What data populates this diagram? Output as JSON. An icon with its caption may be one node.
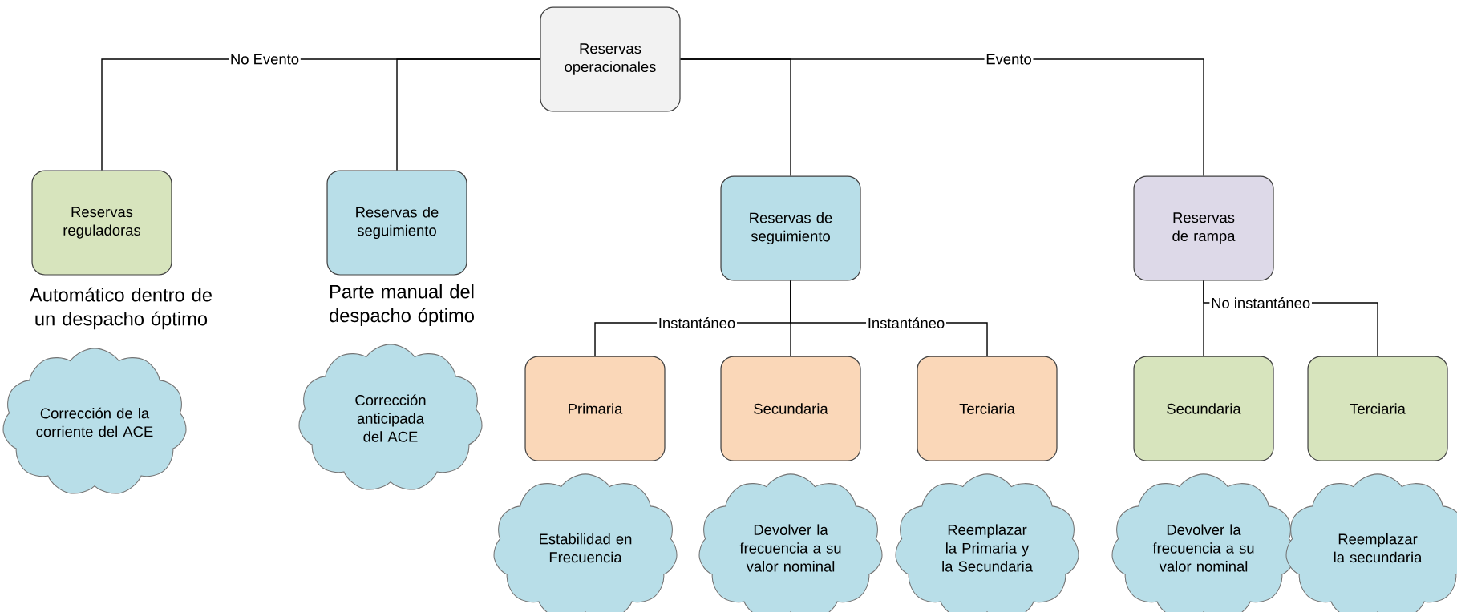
{
  "diagram": {
    "nodes": [
      {
        "text": [
          "Reservas operacionales"
        ]
      },
      {
        "text": [
          "Reservas reguladoras"
        ],
        "beside": [
          "Automático dentro de un despacho óptimo"
        ]
      },
      {
        "text": [
          "Reservas de seguimiento"
        ],
        "beside": [
          "Parte manual del despacho óptimo"
        ]
      },
      {
        "text": [
          "Reservas de seguimiento"
        ]
      },
      {
        "text": [
          "Reservas de rampa"
        ]
      },
      {
        "text": [
          "Primaria"
        ]
      },
      {
        "text": [
          "Secundaria"
        ]
      },
      {
        "text": [
          "Terciaria"
        ]
      },
      {
        "text": [
          "Secundaria"
        ]
      },
      {
        "text": [
          "Terciaria"
        ]
      },
      {
        "text": [
          "Corrección de la corriente del ACE"
        ]
      },
      {
        "text": [
          "Corrección anticipada del ACE"
        ]
      },
      {
        "text": [
          "Estabilidad en Frecuencia"
        ]
      },
      {
        "text": [
          "Devolver la frecuencia a su valor nominal"
        ]
      },
      {
        "text": [
          "Reemplazar la Primaria y la Secundaria"
        ]
      },
      {
        "text": [
          "Devolver la frecuencia a su valor nominal"
        ]
      },
      {
        "text": [
          "Reemplazar la secundaria"
        ]
      }
    ],
    "edges": [
      {
        "from": 0,
        "to": 1,
        "arrow": "none",
        "label": "No Evento"
      },
      {
        "from": 0,
        "to": 2,
        "arrow": "none"
      },
      {
        "from": 0,
        "to": 3,
        "arrow": "none"
      },
      {
        "from": 0,
        "to": 4,
        "arrow": "none",
        "label": "Evento"
      },
      {
        "from": 3,
        "to": 5,
        "arrow": "none",
        "label": "Instantáneo"
      },
      {
        "from": 3,
        "to": 6,
        "arrow": "none"
      },
      {
        "from": 3,
        "to": 7,
        "arrow": "none",
        "label": "Instantáneo"
      },
      {
        "from": 4,
        "to": 8,
        "arrow": "none",
        "label": "No instantáneo"
      },
      {
        "from": 4,
        "to": 9,
        "arrow": "none"
      }
    ]
  }
}
